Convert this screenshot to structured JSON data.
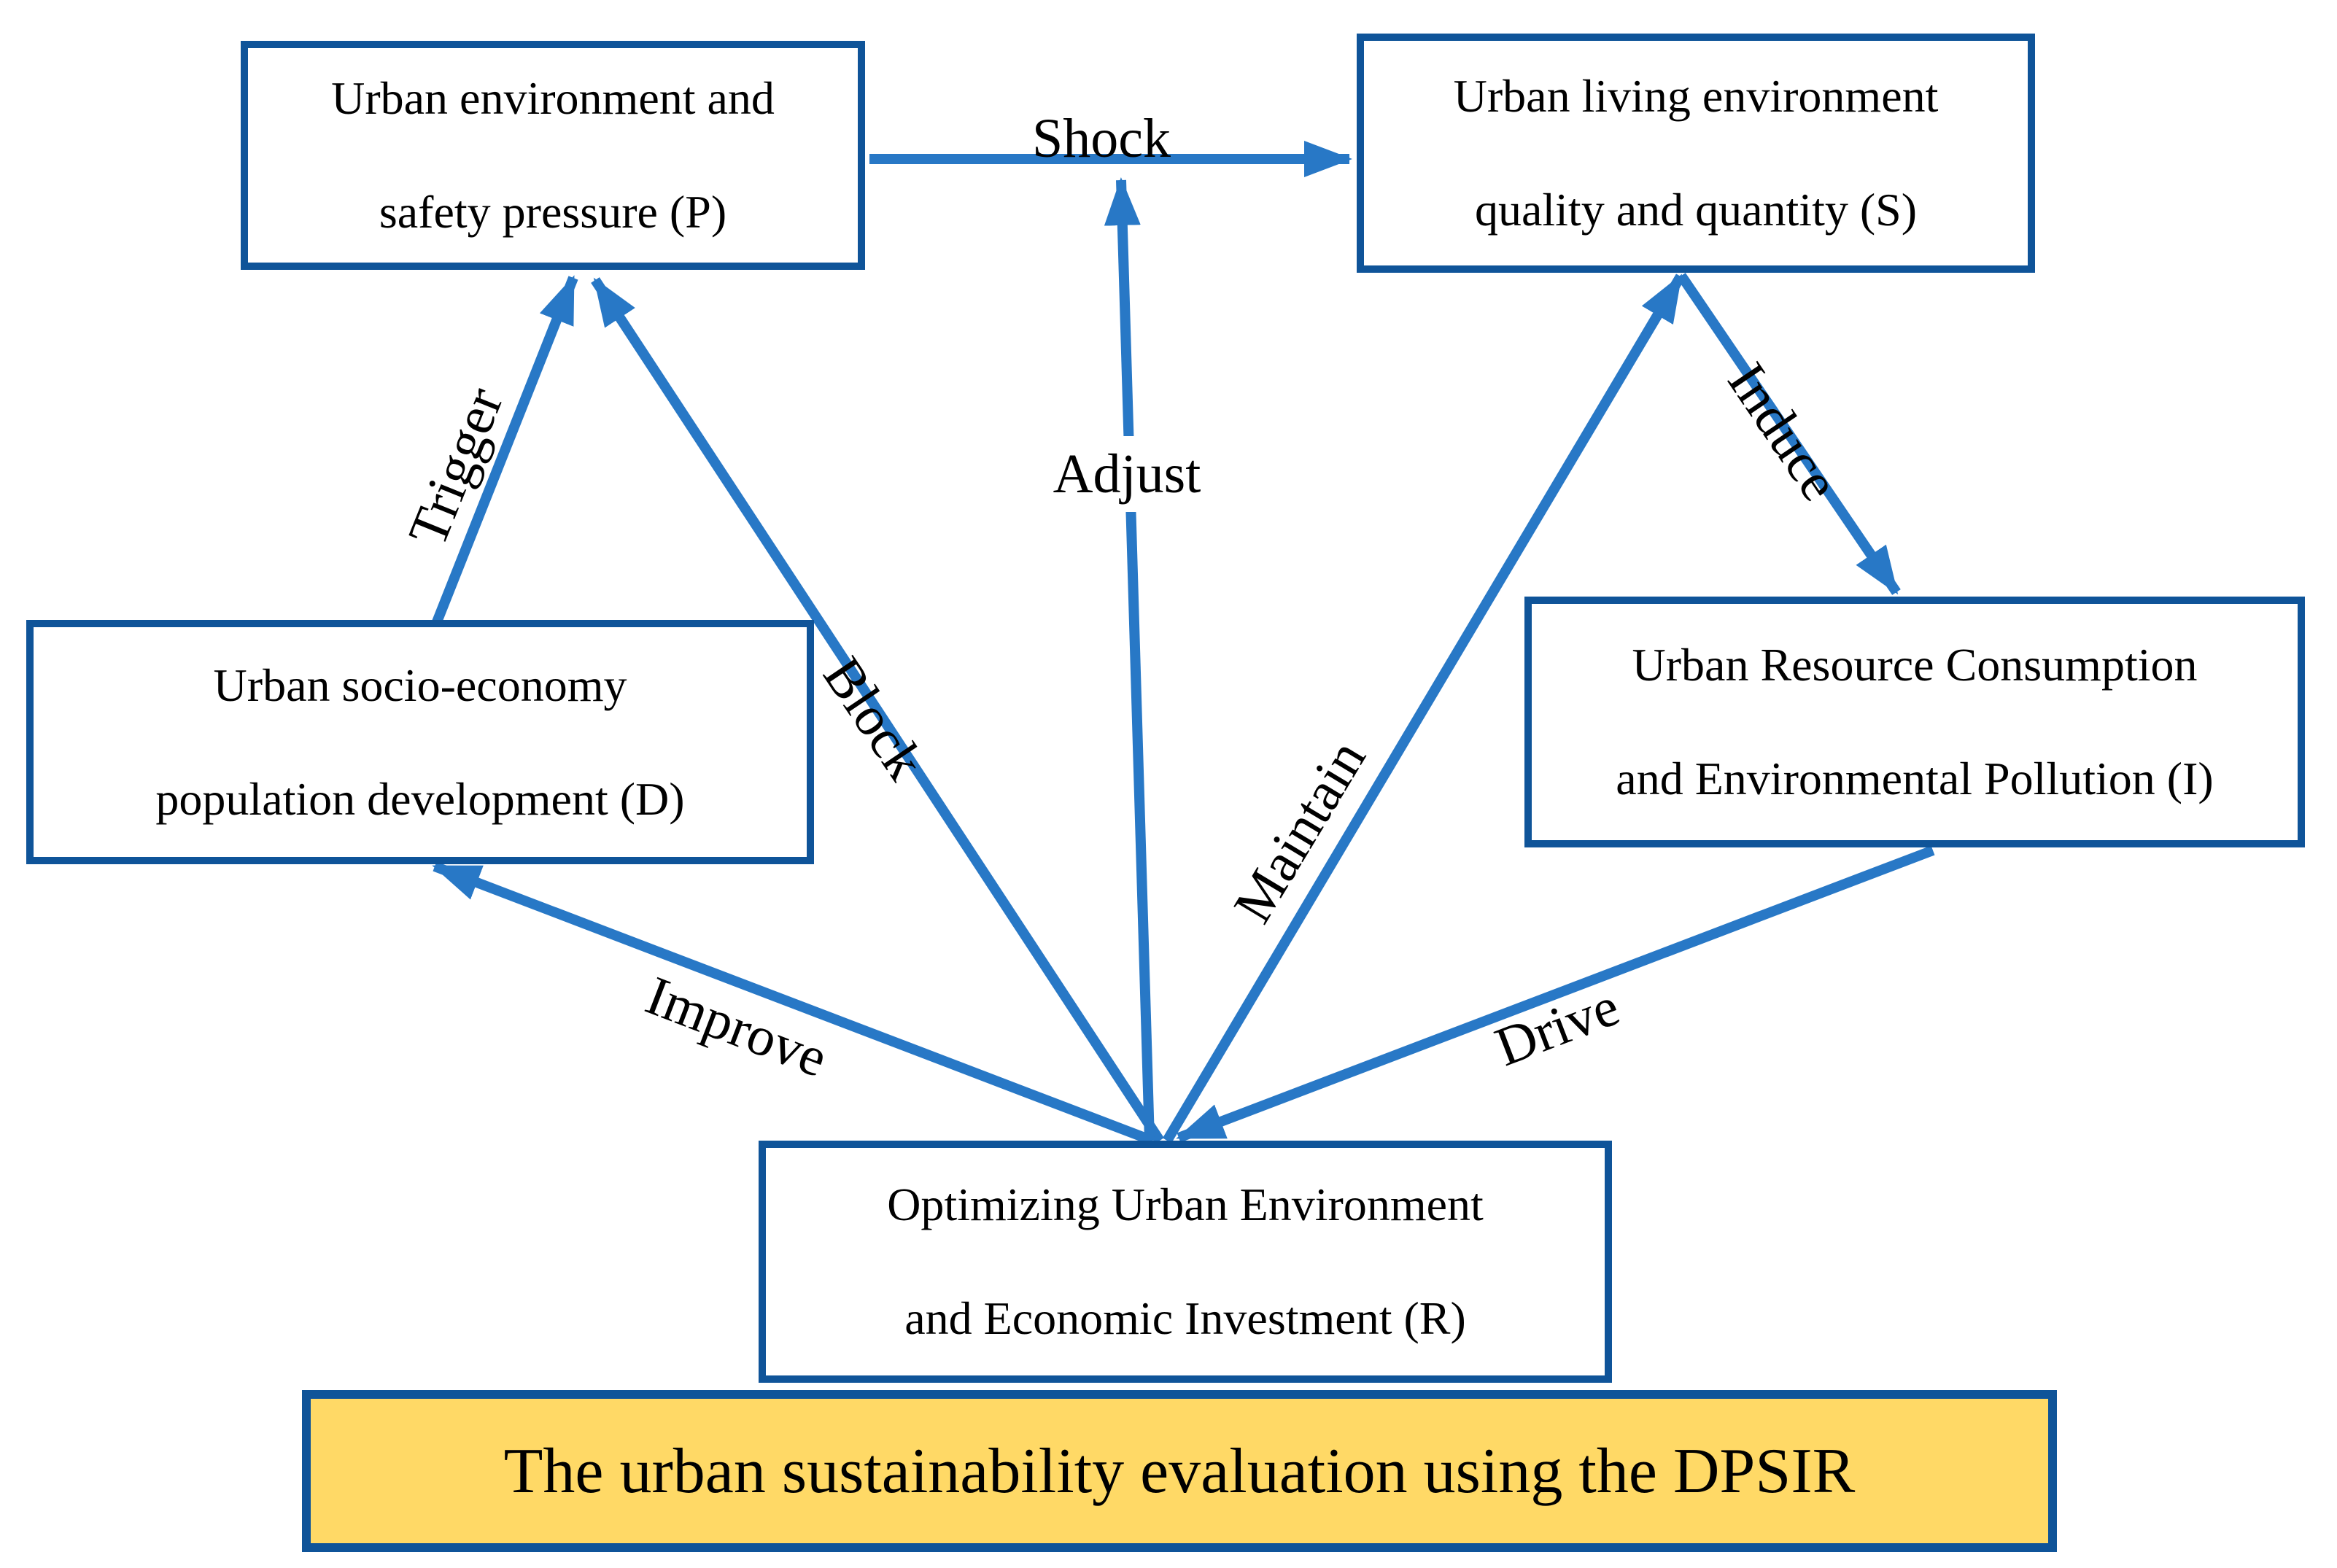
{
  "colors": {
    "arrow": "#2878C6",
    "box_border": "#0F5499",
    "banner_fill": "#FFD966",
    "text": "#000000"
  },
  "boxes": [
    {
      "id": "P",
      "lines": [
        "Urban environment and",
        "safety pressure (P)"
      ]
    },
    {
      "id": "S",
      "lines": [
        "Urban living environment",
        "quality and quantity (S)"
      ]
    },
    {
      "id": "D",
      "lines": [
        "Urban socio-economy",
        "population development (D)"
      ]
    },
    {
      "id": "I",
      "lines": [
        "Urban Resource Consumption",
        "and Environmental Pollution (I)"
      ]
    },
    {
      "id": "R",
      "lines": [
        "Optimizing Urban Environment",
        "and Economic Investment (R)"
      ]
    }
  ],
  "arrows": [
    {
      "label": "Shock",
      "from": "P",
      "to": "S"
    },
    {
      "label": "Trigger",
      "from": "D",
      "to": "P"
    },
    {
      "label": "Block",
      "from": "R",
      "to": "P"
    },
    {
      "label": "Adjust",
      "from": "R",
      "to": "Shock arrow"
    },
    {
      "label": "Maintain",
      "from": "R",
      "to": "S"
    },
    {
      "label": "Induce",
      "from": "S",
      "to": "I"
    },
    {
      "label": "Improve",
      "from": "R",
      "to": "D"
    },
    {
      "label": "Drive",
      "from": "I",
      "to": "R"
    }
  ],
  "banner": {
    "text": "The urban sustainability evaluation using the DPSIR"
  }
}
